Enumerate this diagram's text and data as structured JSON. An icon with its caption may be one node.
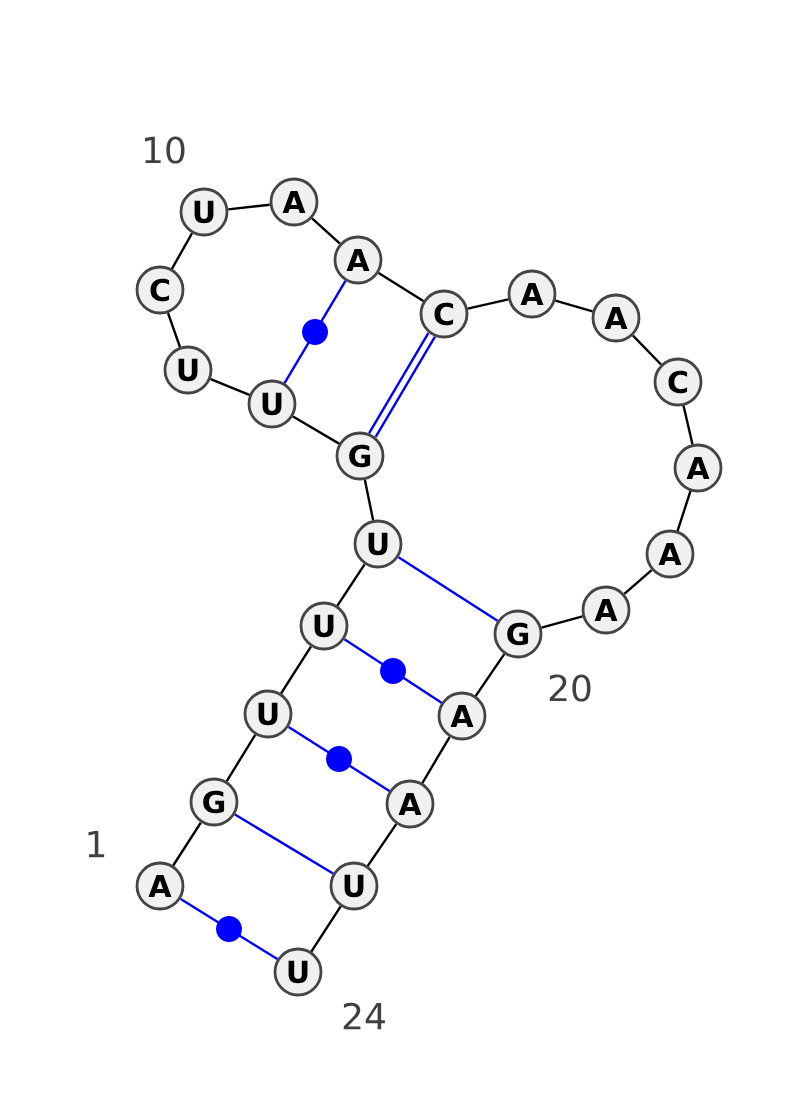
{
  "diagram": {
    "nodes": [
      {
        "text": [
          "A"
        ]
      },
      {
        "text": [
          "G"
        ]
      },
      {
        "text": [
          "U"
        ]
      },
      {
        "text": [
          "U"
        ]
      },
      {
        "text": [
          "U"
        ]
      },
      {
        "text": [
          "G"
        ]
      },
      {
        "text": [
          "U"
        ]
      },
      {
        "text": [
          "U"
        ]
      },
      {
        "text": [
          "C"
        ]
      },
      {
        "text": [
          "U"
        ]
      },
      {
        "text": [
          "A"
        ]
      },
      {
        "text": [
          "A"
        ]
      },
      {
        "text": [
          "C"
        ]
      },
      {
        "text": [
          "A"
        ]
      },
      {
        "text": [
          "A"
        ]
      },
      {
        "text": [
          "C"
        ]
      },
      {
        "text": [
          "A"
        ]
      },
      {
        "text": [
          "A"
        ]
      },
      {
        "text": [
          "A"
        ]
      },
      {
        "text": [
          "G"
        ]
      },
      {
        "text": [
          "A"
        ]
      },
      {
        "text": [
          "A"
        ]
      },
      {
        "text": [
          "U"
        ]
      },
      {
        "text": [
          "U"
        ]
      }
    ],
    "edges": [
      {
        "from": 0,
        "to": 1,
        "arrow": "none"
      },
      {
        "from": 1,
        "to": 2,
        "arrow": "none"
      },
      {
        "from": 2,
        "to": 3,
        "arrow": "none"
      },
      {
        "from": 3,
        "to": 4,
        "arrow": "none"
      },
      {
        "from": 4,
        "to": 5,
        "arrow": "none"
      },
      {
        "from": 5,
        "to": 6,
        "arrow": "none"
      },
      {
        "from": 6,
        "to": 7,
        "arrow": "none"
      },
      {
        "from": 7,
        "to": 8,
        "arrow": "none"
      },
      {
        "from": 8,
        "to": 9,
        "arrow": "none"
      },
      {
        "from": 9,
        "to": 10,
        "arrow": "none"
      },
      {
        "from": 10,
        "to": 11,
        "arrow": "none"
      },
      {
        "from": 11,
        "to": 12,
        "arrow": "none"
      },
      {
        "from": 12,
        "to": 13,
        "arrow": "none"
      },
      {
        "from": 13,
        "to": 14,
        "arrow": "none"
      },
      {
        "from": 14,
        "to": 15,
        "arrow": "none"
      },
      {
        "from": 15,
        "to": 16,
        "arrow": "none"
      },
      {
        "from": 16,
        "to": 17,
        "arrow": "none"
      },
      {
        "from": 17,
        "to": 18,
        "arrow": "none"
      },
      {
        "from": 18,
        "to": 19,
        "arrow": "none"
      },
      {
        "from": 19,
        "to": 20,
        "arrow": "none"
      },
      {
        "from": 20,
        "to": 21,
        "arrow": "none"
      },
      {
        "from": 21,
        "to": 22,
        "arrow": "none"
      },
      {
        "from": 22,
        "to": 23,
        "arrow": "none"
      },
      {
        "from": 0,
        "to": 23,
        "arrow": "none",
        "color": "#0000ff"
      },
      {
        "from": 1,
        "to": 22,
        "arrow": "none",
        "color": "#0000ff"
      },
      {
        "from": 2,
        "to": 21,
        "arrow": "none",
        "color": "#0000ff"
      },
      {
        "from": 3,
        "to": 20,
        "arrow": "none",
        "color": "#0000ff"
      },
      {
        "from": 4,
        "to": 19,
        "arrow": "none",
        "color": "#0000ff"
      },
      {
        "from": 5,
        "to": 12,
        "arrow": "none",
        "style": "thick",
        "color": "#0000ff"
      },
      {
        "from": 6,
        "to": 11,
        "arrow": "none",
        "color": "#0000ff"
      }
    ],
    "labels": [
      "1",
      "10",
      "20",
      "24"
    ]
  }
}
